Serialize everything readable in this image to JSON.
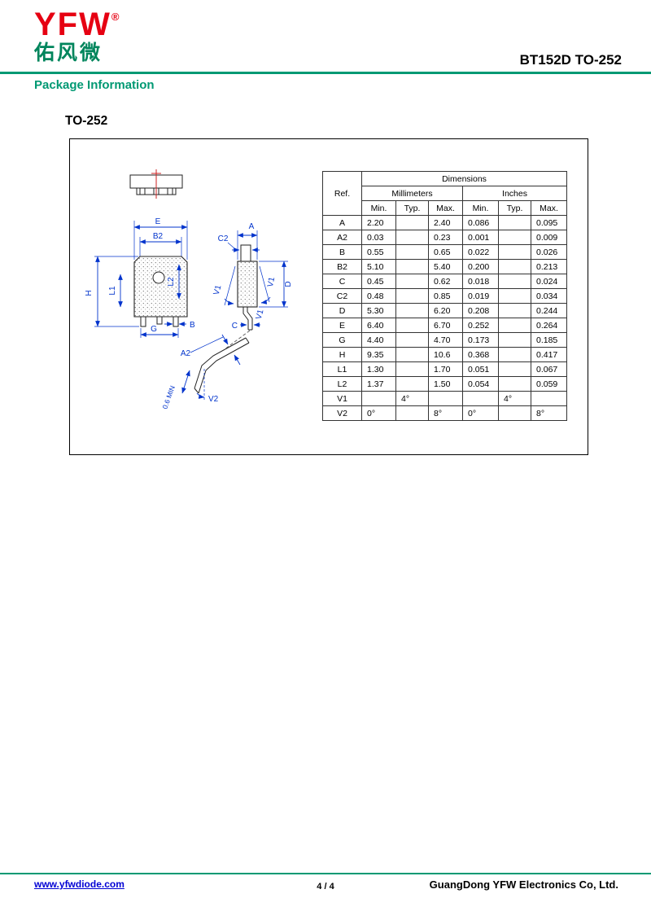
{
  "header": {
    "logo_text": "YFW",
    "registered": "®",
    "logo_chinese": "佑风微",
    "part_number": "BT152D TO-252",
    "section_label": "Package Information"
  },
  "main": {
    "package_title": "TO-252"
  },
  "drawing": {
    "labels": {
      "e": "E",
      "b2": "B2",
      "h": "H",
      "l1": "L1",
      "l2": "L2",
      "g": "G",
      "b": "B",
      "a": "A",
      "c2": "C2",
      "v1": "V1",
      "d": "D",
      "c": "C",
      "a2": "A2",
      "v2": "V2",
      "min_standoff": "0.6 MIN"
    }
  },
  "table": {
    "title": "Dimensions",
    "ref_header": "Ref.",
    "unit_headers": [
      "Millimeters",
      "Inches"
    ],
    "col_headers": [
      "Min.",
      "Typ.",
      "Max.",
      "Min.",
      "Typ.",
      "Max."
    ],
    "rows": [
      [
        "A",
        "2.20",
        "",
        "2.40",
        "0.086",
        "",
        "0.095"
      ],
      [
        "A2",
        "0.03",
        "",
        "0.23",
        "0.001",
        "",
        "0.009"
      ],
      [
        "B",
        "0.55",
        "",
        "0.65",
        "0.022",
        "",
        "0.026"
      ],
      [
        "B2",
        "5.10",
        "",
        "5.40",
        "0.200",
        "",
        "0.213"
      ],
      [
        "C",
        "0.45",
        "",
        "0.62",
        "0.018",
        "",
        "0.024"
      ],
      [
        "C2",
        "0.48",
        "",
        "0.85",
        "0.019",
        "",
        "0.034"
      ],
      [
        "D",
        "5.30",
        "",
        "6.20",
        "0.208",
        "",
        "0.244"
      ],
      [
        "E",
        "6.40",
        "",
        "6.70",
        "0.252",
        "",
        "0.264"
      ],
      [
        "G",
        "4.40",
        "",
        "4.70",
        "0.173",
        "",
        "0.185"
      ],
      [
        "H",
        "9.35",
        "",
        "10.6",
        "0.368",
        "",
        "0.417"
      ],
      [
        "L1",
        "1.30",
        "",
        "1.70",
        "0.051",
        "",
        "0.067"
      ],
      [
        "L2",
        "1.37",
        "",
        "1.50",
        "0.054",
        "",
        "0.059"
      ],
      [
        "V1",
        "",
        "4°",
        "",
        "",
        "4°",
        ""
      ],
      [
        "V2",
        "0°",
        "",
        "8°",
        "0°",
        "",
        "8°"
      ]
    ]
  },
  "footer": {
    "website": "www.yfwdiode.com",
    "page_number": "4 / 4",
    "company": "GuangDong YFW Electronics Co, Ltd."
  },
  "colors": {
    "accent_green": "#009973",
    "logo_red": "#E60012",
    "dimension_blue": "#0033CC",
    "centerline_red": "#CC2222",
    "link_blue": "#0000D4"
  }
}
